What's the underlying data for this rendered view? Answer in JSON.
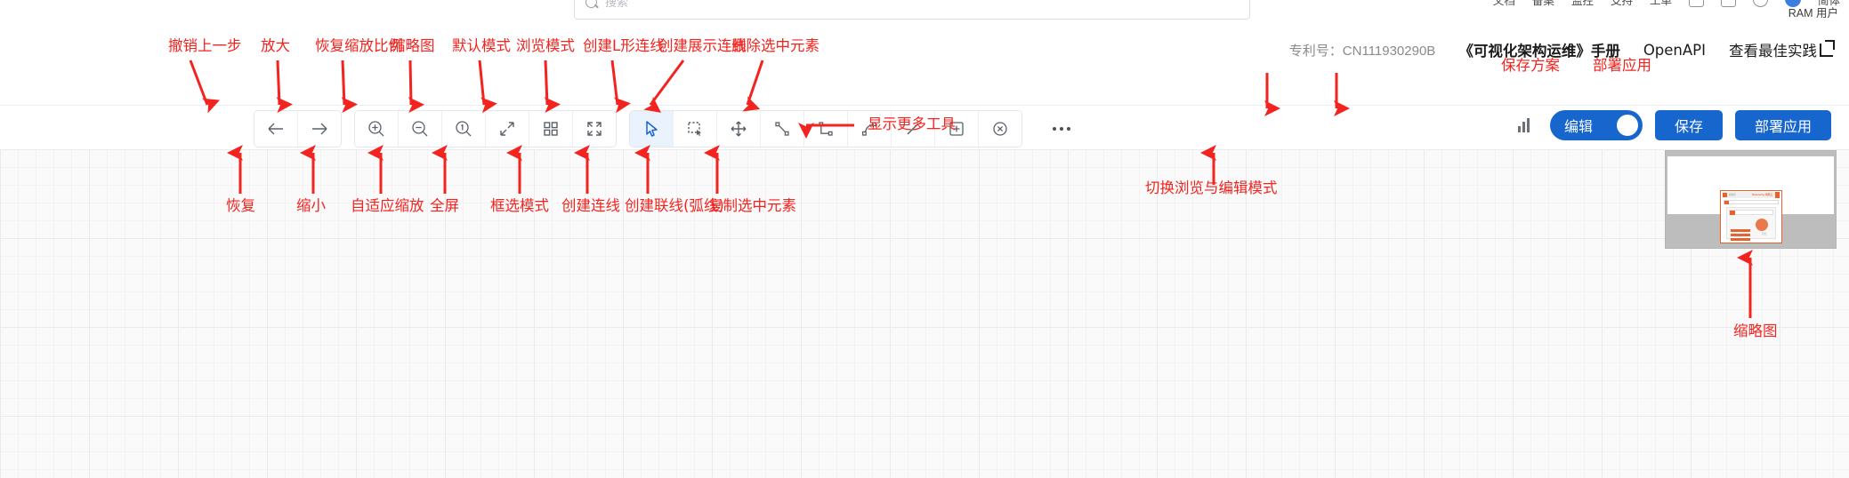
{
  "chrome": {
    "search_placeholder": "搜索",
    "search_icon": "search-icon",
    "right_items": [
      {
        "label": "文档",
        "icon": "doc-icon"
      },
      {
        "label": "备案",
        "icon": "record-icon"
      },
      {
        "label": "监控",
        "icon": "monitor-icon"
      },
      {
        "label": "支持",
        "icon": "support-icon"
      },
      {
        "label": "工单",
        "icon": "ticket-icon"
      },
      {
        "label": "",
        "icon": "cart-icon"
      },
      {
        "label": "",
        "icon": "bell-icon"
      },
      {
        "label": "",
        "icon": "help-icon"
      },
      {
        "label": "",
        "icon": "avatar-icon"
      },
      {
        "label": "简体",
        "icon": "language-icon"
      }
    ],
    "ram_user": "RAM 用户"
  },
  "header": {
    "patent_label": "专利号：",
    "patent_number": "CN111930290B",
    "manual_link": "《可视化架构运维》手册",
    "openapi_link": "OpenAPI",
    "best_practice_link": "查看最佳实践",
    "external_icon": "external-link-icon"
  },
  "toolbar": {
    "groups": [
      {
        "name": "history",
        "buttons": [
          {
            "icon": "arrow-left-icon",
            "name": "undo-button"
          },
          {
            "icon": "arrow-right-icon",
            "name": "redo-button"
          }
        ]
      },
      {
        "name": "view",
        "buttons": [
          {
            "icon": "zoom-in-icon",
            "name": "zoom-in-button"
          },
          {
            "icon": "zoom-out-icon",
            "name": "zoom-out-button"
          },
          {
            "icon": "zoom-reset-icon",
            "name": "reset-zoom-button"
          },
          {
            "icon": "fit-screen-icon",
            "name": "fit-zoom-button"
          },
          {
            "icon": "grid-thumbnail-icon",
            "name": "thumbnail-button"
          },
          {
            "icon": "fullscreen-icon",
            "name": "fullscreen-button"
          }
        ]
      },
      {
        "name": "edit-tools",
        "buttons": [
          {
            "icon": "cursor-arrow-icon",
            "name": "default-mode-button",
            "active": true
          },
          {
            "icon": "marquee-select-icon",
            "name": "box-select-button"
          },
          {
            "icon": "move-icon",
            "name": "browse-mode-button"
          },
          {
            "icon": "line-link-icon",
            "name": "create-line-button"
          },
          {
            "icon": "l-shape-link-icon",
            "name": "create-l-line-button"
          },
          {
            "icon": "curve-link-icon",
            "name": "create-curve-button"
          },
          {
            "icon": "display-line-icon",
            "name": "create-display-line-button"
          },
          {
            "icon": "copy-icon",
            "name": "copy-selected-button"
          },
          {
            "icon": "delete-circle-icon",
            "name": "delete-selected-button"
          }
        ]
      }
    ],
    "more_button": {
      "label": "",
      "icon": "more-dots-icon"
    },
    "chart_icon": "bar-chart-icon",
    "mode_toggle": {
      "label": "编辑",
      "on": true
    },
    "save_button": "保存",
    "deploy_button": "部署应用"
  },
  "annotations": {
    "top": [
      {
        "text": "撤销上一步",
        "name": "anno-undo"
      },
      {
        "text": "放大",
        "name": "anno-zoom-in"
      },
      {
        "text": "恢复缩放比例",
        "name": "anno-reset-zoom"
      },
      {
        "text": "缩略图",
        "name": "anno-thumbnail"
      },
      {
        "text": "默认模式",
        "name": "anno-default-mode"
      },
      {
        "text": "浏览模式",
        "name": "anno-browse-mode"
      },
      {
        "text": "创建L形连线",
        "name": "anno-l-line"
      },
      {
        "text": "创建展示连线",
        "name": "anno-display-line"
      },
      {
        "text": "删除选中元素",
        "name": "anno-delete"
      },
      {
        "text": "保存方案",
        "name": "anno-save"
      },
      {
        "text": "部署应用",
        "name": "anno-deploy"
      }
    ],
    "bottom": [
      {
        "text": "恢复",
        "name": "anno-redo"
      },
      {
        "text": "缩小",
        "name": "anno-zoom-out"
      },
      {
        "text": "自适应缩放",
        "name": "anno-fit"
      },
      {
        "text": "全屏",
        "name": "anno-fullscreen"
      },
      {
        "text": "框选模式",
        "name": "anno-box-select"
      },
      {
        "text": "创建连线",
        "name": "anno-create-line"
      },
      {
        "text": "创建联线(弧线)",
        "name": "anno-create-curve"
      },
      {
        "text": "复制选中元素",
        "name": "anno-copy"
      }
    ],
    "more_tools": "显示更多工具",
    "mode_switch": "切换浏览与编辑模式",
    "minimap_label": "缩略图"
  },
  "minimap": {
    "name": "minimap-panel",
    "card_title": "控制台",
    "card_brand": "Powered by 阿里云",
    "card_caption": "架构图",
    "card_caption2": "节点"
  }
}
